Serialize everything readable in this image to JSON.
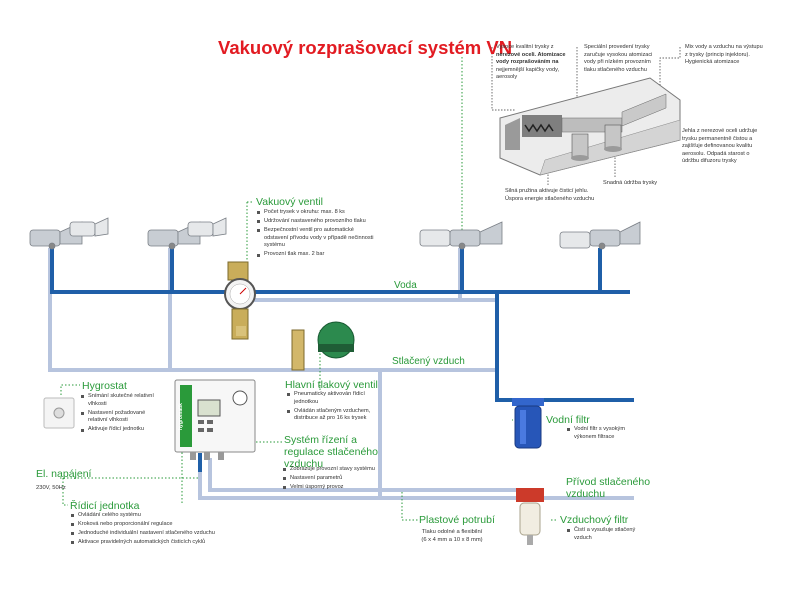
{
  "title": "Vakuový rozprašovací systém VN",
  "colors": {
    "water": "#1f5fa8",
    "air": "#b7c4de",
    "label_green": "#2a9a3a",
    "title_red": "#e21b22",
    "leader": "#2a9a3a"
  },
  "pipes": {
    "water_label": "Voda",
    "air_label": "Stlačený vzduch"
  },
  "nozzle_detail": {
    "desc_left": [
      "Vysoce kvalitní trysky z",
      "nerezové oceli. Atomizace",
      "vody rozprašováním na",
      "nejjemnější kapičky vody,",
      "aerosoly"
    ],
    "desc_center": [
      "Speciální provedení trysky",
      "zaručuje vysokou atomizaci",
      "vody při nízkém provozním",
      "tlaku stlačeného vzduchu"
    ],
    "desc_right": [
      "Mix vody a vzduchu na výstupu",
      "z trysky (princip injektoru).",
      "Hygienická atomizace"
    ],
    "desc_needle": [
      "Jehla z nerezové oceli udržuje",
      "trysku permanentně čistou a",
      "zajišťuje definovanou kvalitu",
      "aerosolu. Odpadá starost o",
      "údržbu difuzoru trysky"
    ],
    "desc_spring": [
      "Silná pružina aktivuje čisticí jehlu.",
      "Úspora energie stlačeného vzduchu"
    ],
    "desc_maintenance": "Snadná údržba trysky"
  },
  "vacuum_valve": {
    "label": "Vakuový ventil",
    "items": [
      "Počet trysek v okruhu: max. 8 ks",
      "Udržování nastaveného provozního tlaku",
      "Bezpečnostní ventil pro automatické odstavení přívodu vody v případě nečinnosti systému",
      "Provozní tlak max. 2 bar"
    ]
  },
  "main_valve": {
    "label": "Hlavní tlakový ventil",
    "items": [
      "Pneumaticky aktivován řídicí jednotkou",
      "Ovládán stlačeným vzduchem, distribuce až pro 16 ks trysek"
    ]
  },
  "hygrostat": {
    "label": "Hygrostat",
    "items": [
      "Snímání skutečné relativní vlhkosti",
      "Nastavení požadované relativní vlhkosti",
      "Aktivuje řídicí jednotku"
    ]
  },
  "control_system": {
    "label_lines": [
      "Systém řízení a",
      "regulace stlačeného",
      "vzduchu"
    ],
    "items": [
      "Zobrazuje provozní stavy systému",
      "Nastavení parametrů",
      "Velmi úsporný provoz"
    ],
    "panel_brand": "hygromatik"
  },
  "power": {
    "label": "El. napájení",
    "spec": "230V, 50Hz"
  },
  "control_unit": {
    "label": "Řídicí jednotka",
    "items": [
      "Ovládání celého systému",
      "Kroková nebo proporcionální regulace",
      "Jednoduché individuální nastavení stlačeného vzduchu",
      "Aktivace pravidelných automatických čisticích cyklů"
    ]
  },
  "water_filter": {
    "label": "Vodní filtr",
    "items": [
      "Vodní filtr s vysokým výkonem filtrace"
    ]
  },
  "air_supply": {
    "label_lines": [
      "Přívod stlačeného",
      "vzduchu"
    ]
  },
  "air_filter": {
    "label": "Vzduchový filtr",
    "items": [
      "Čistí a vysušuje stlačený vzduch"
    ]
  },
  "plastic_pipe": {
    "label": "Plastové potrubí",
    "desc": [
      "Tlaku odolné a flexibilní",
      "(6 x 4 mm a 10 x 8 mm)"
    ]
  }
}
